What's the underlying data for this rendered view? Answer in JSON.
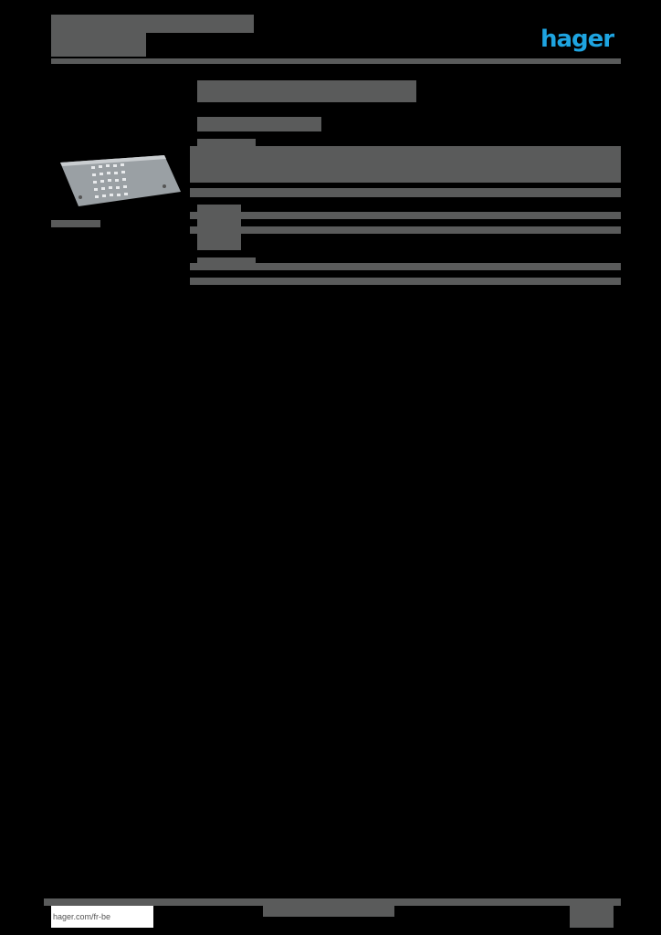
{
  "header": {
    "logo_text": "hager",
    "logo_color": "#1ea4e0",
    "title_block_color": "#5a5b5b"
  },
  "product": {
    "image_name": "perforated-mounting-plate"
  },
  "footer": {
    "url": "hager.com/fr-be"
  },
  "colors": {
    "background": "#000000",
    "block": "#5a5b5b",
    "accent": "#1ea4e0"
  }
}
